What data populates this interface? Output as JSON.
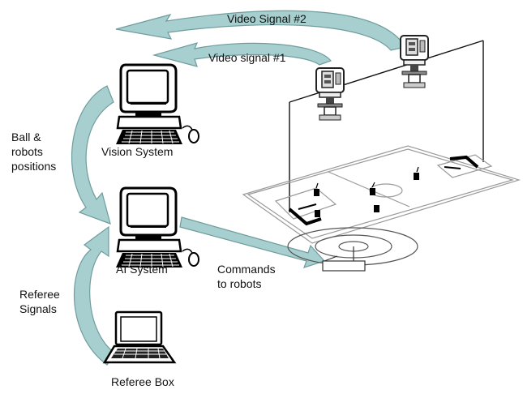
{
  "labels": {
    "video_signal_2": "Video Signal #2",
    "video_signal_1": "Video signal #1",
    "ball_robots_positions": "Ball &\nrobots\npositions",
    "vision_system": "Vision System",
    "ai_system": "AI System",
    "commands_to_robots": "Commands\nto robots",
    "referee_signals": "Referee\nSignals",
    "referee_box": "Referee Box"
  },
  "colors": {
    "arrow_fill": "#a7cfcf",
    "arrow_stroke": "#6f9c9c",
    "line": "#111111",
    "field_line": "#9a9a9a",
    "black": "#000000"
  },
  "icons": {
    "camera_left": "video-camera-icon",
    "camera_right": "video-camera-icon",
    "vision_computer": "desktop-computer-icon",
    "ai_computer": "desktop-computer-icon",
    "referee_laptop": "laptop-icon"
  }
}
